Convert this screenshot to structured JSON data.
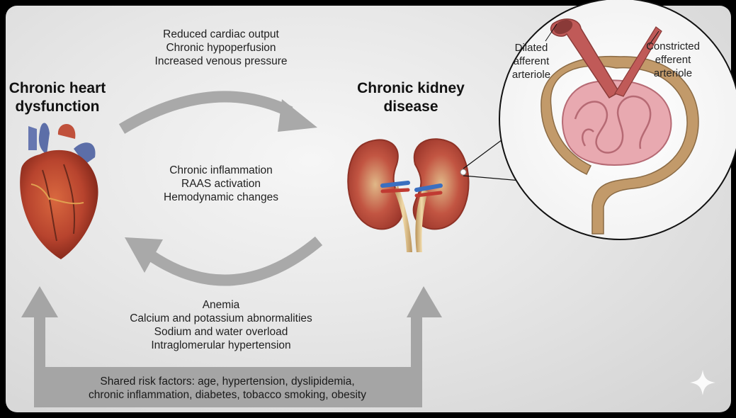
{
  "heart_label": [
    "Chronic heart",
    "dysfunction"
  ],
  "kidney_label": [
    "Chronic kidney",
    "disease"
  ],
  "top_mechanisms": [
    "Reduced cardiac output",
    "Chronic hypoperfusion",
    "Increased venous pressure"
  ],
  "middle_mechanisms": [
    "Chronic inflammation",
    "RAAS activation",
    "Hemodynamic changes"
  ],
  "bottom_mechanisms": [
    "Anemia",
    "Calcium and potassium abnormalities",
    "Sodium and water overload",
    "Intraglomerular hypertension"
  ],
  "shared_risk": [
    "Shared risk factors: age, hypertension, dyslipidemia,",
    "chronic inflammation, diabetes, tobacco smoking, obesity"
  ],
  "zoom_labels": {
    "afferent": [
      "Dilated",
      "afferent",
      "arteriole"
    ],
    "efferent": [
      "Constricted",
      "efferent",
      "arteriole"
    ]
  },
  "colors": {
    "arrow": "#a9a9a9",
    "heart_red": "#b8442e",
    "vein_blue": "#5c6ea8",
    "kidney_red": "#b94a3c",
    "bowman": "#c29a6a",
    "glomerulus": "#e8a9b0"
  },
  "icons": {
    "corner": "sparkle-icon"
  }
}
